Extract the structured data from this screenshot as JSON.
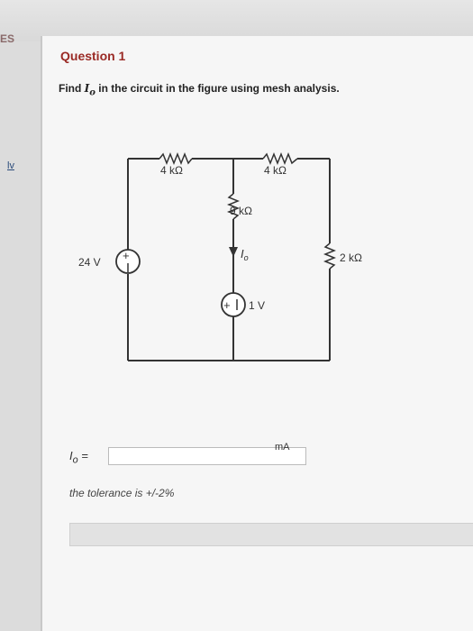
{
  "app": {
    "brand": "ES",
    "sidebar_link": "lv"
  },
  "question": {
    "title": "Question 1",
    "prompt_prefix": "Find ",
    "prompt_var": "I",
    "prompt_var_sub": "o",
    "prompt_suffix": " in the circuit in the figure using mesh analysis."
  },
  "circuit": {
    "r_top_left": "4 kΩ",
    "r_top_right": "4 kΩ",
    "r_middle": "9 kΩ",
    "r_right": "2 kΩ",
    "v_source_left": "24 V",
    "v_source_mid": "1 V",
    "current_label": "I",
    "current_sub": "o"
  },
  "answer": {
    "label": "I",
    "label_sub": "o",
    "equals": " =",
    "value": "",
    "unit": "mA",
    "tolerance": "the tolerance is +/-2%"
  }
}
